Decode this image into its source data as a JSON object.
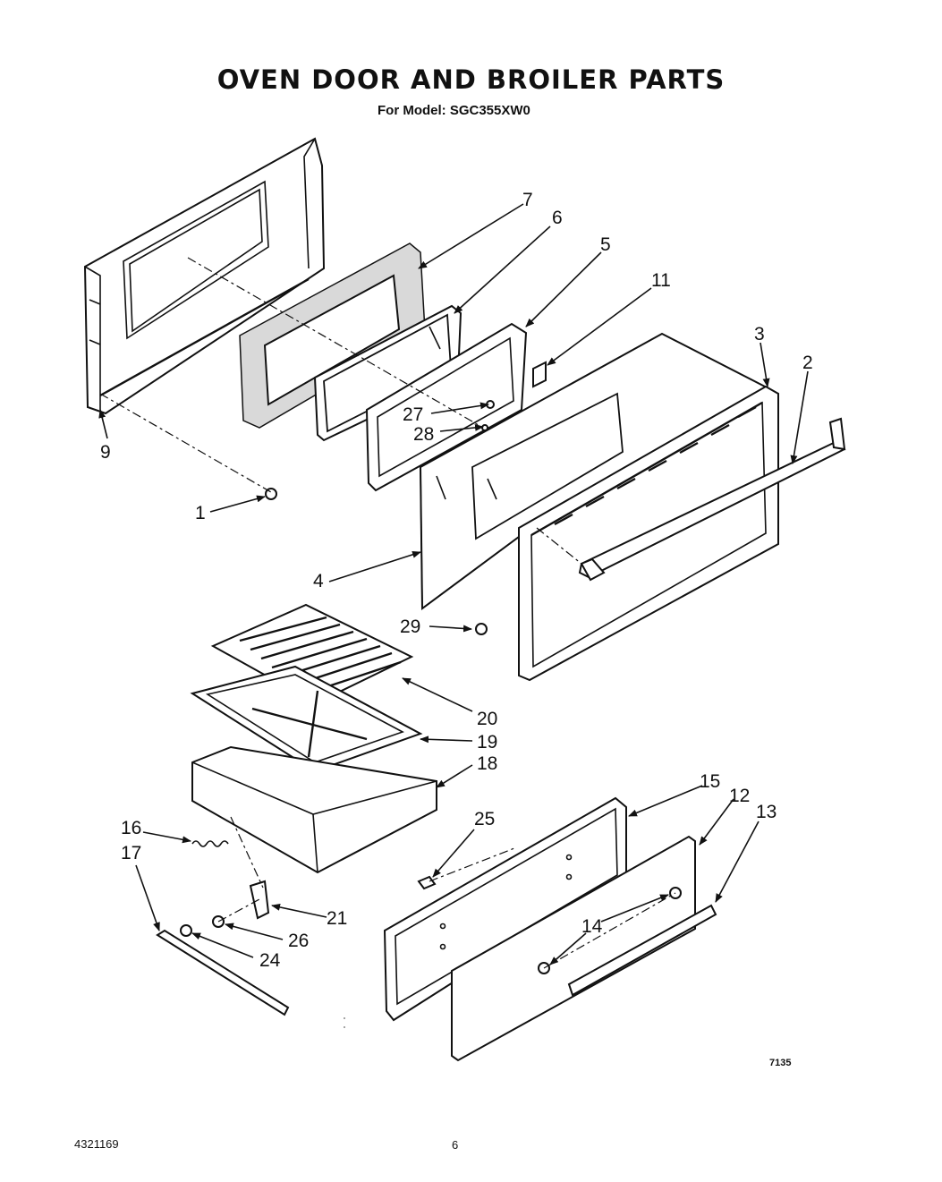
{
  "header": {
    "title": "OVEN DOOR AND BROILER PARTS",
    "subtitle": "For Model: SGC355XW0"
  },
  "footer": {
    "drawing_code": "7135",
    "document_number": "4321169",
    "page_number": "6"
  },
  "callouts": {
    "c1": "1",
    "c2": "2",
    "c3": "3",
    "c4": "4",
    "c5": "5",
    "c6": "6",
    "c7": "7",
    "c9": "9",
    "c11": "11",
    "c12": "12",
    "c13": "13",
    "c14": "14",
    "c15": "15",
    "c16": "16",
    "c17": "17",
    "c18": "18",
    "c19": "19",
    "c20": "20",
    "c21": "21",
    "c24": "24",
    "c25": "25",
    "c26": "26",
    "c27": "27",
    "c28": "28",
    "c29": "29"
  }
}
